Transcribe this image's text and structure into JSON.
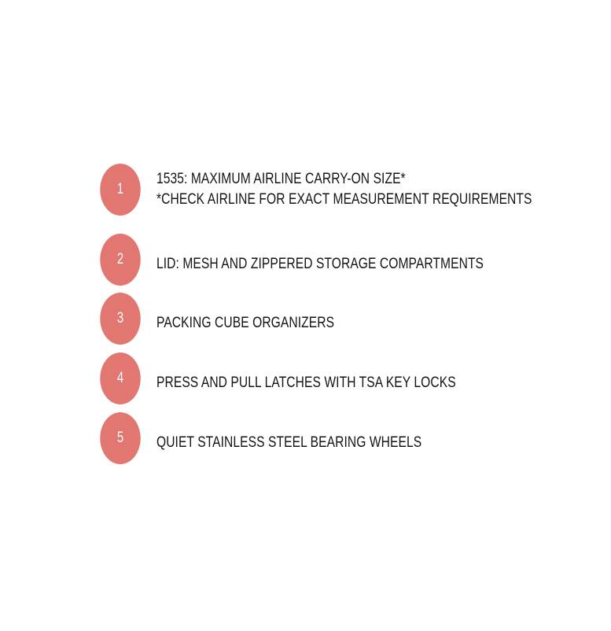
{
  "colors": {
    "badge_background": "#e27771",
    "badge_text": "#ffffff",
    "text": "#141414",
    "page_background": "#ffffff"
  },
  "features": [
    {
      "number": "1",
      "line1": "1535: MAXIMUM AIRLINE CARRY-ON SIZE*",
      "line2": "*CHECK AIRLINE FOR EXACT MEASUREMENT REQUIREMENTS"
    },
    {
      "number": "2",
      "line1": "LID: MESH AND ZIPPERED STORAGE COMPARTMENTS"
    },
    {
      "number": "3",
      "line1": "PACKING CUBE ORGANIZERS"
    },
    {
      "number": "4",
      "line1": "PRESS AND PULL LATCHES WITH TSA KEY LOCKS"
    },
    {
      "number": "5",
      "line1": "QUIET STAINLESS STEEL BEARING WHEELS"
    }
  ]
}
